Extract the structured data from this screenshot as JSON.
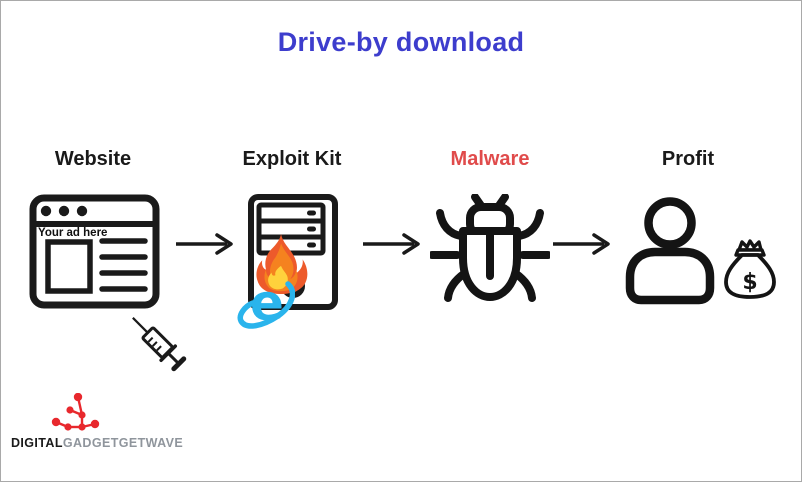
{
  "diagram": {
    "title": "Drive-by download",
    "title_color": "#3d3dcd",
    "steps": [
      {
        "id": "website",
        "label": "Website",
        "label_color": "#1a1a1a",
        "icon": "browser-window-icon"
      },
      {
        "id": "exploit-kit",
        "label": "Exploit Kit",
        "label_color": "#1a1a1a",
        "icon": "server-tower-icon"
      },
      {
        "id": "malware",
        "label": "Malware",
        "label_color": "#e04b4b",
        "icon": "bug-icon"
      },
      {
        "id": "profit",
        "label": "Profit",
        "label_color": "#1a1a1a",
        "icon": "person-icon"
      }
    ],
    "website": {
      "ad_text": "Your ad here"
    },
    "money_bag": {
      "currency_symbol": "$"
    },
    "arrow_color": "#1a1a1a",
    "accent_colors": {
      "ie_blue": "#2ab4ec",
      "fire_orange": "#f5821f",
      "fire_red": "#ed5a2b",
      "fire_yellow": "#ffd23c"
    }
  },
  "branding": {
    "name_bold": "DIGITAL",
    "name_light": "GADGETGETWAVE",
    "logo_color": "#e8282d",
    "light_text_color": "#8f959c"
  }
}
